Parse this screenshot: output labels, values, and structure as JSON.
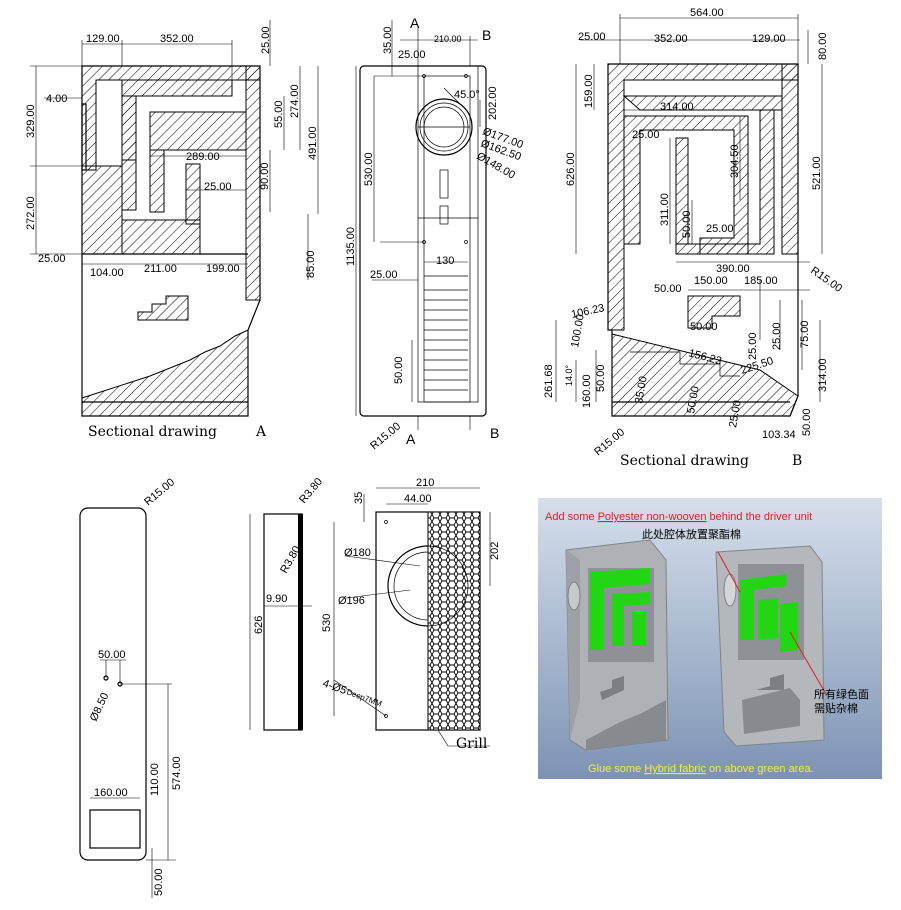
{
  "views": {
    "sectionA": {
      "caption": "Sectional drawing",
      "letter": "A",
      "dims": [
        "129.00",
        "352.00",
        "25.00",
        "4.00",
        "329.00",
        "55.00",
        "274.00",
        "491.00",
        "289.00",
        "90.00",
        "25.00",
        "272.00",
        "25.00",
        "104.00",
        "211.00",
        "199.00",
        "85.00"
      ]
    },
    "front": {
      "marker_a": "A",
      "marker_b": "B",
      "dims": [
        "35.00",
        "210.00",
        "25.00",
        "45.0°",
        "202.00",
        "Ø177.00",
        "Ø162.50",
        "Ø148.00",
        "530.00",
        "1135.00",
        "25.00",
        "130",
        "50.00",
        "R15.00"
      ]
    },
    "sectionB": {
      "caption": "Sectional drawing",
      "letter": "B",
      "dims": [
        "564.00",
        "25.00",
        "352.00",
        "129.00",
        "80.00",
        "159.00",
        "314.00",
        "25.00",
        "304.50",
        "626.00",
        "521.00",
        "311.00",
        "50.00",
        "25.00",
        "390.00",
        "R15.00",
        "150.00",
        "185.00",
        "50.00",
        "106.23",
        "50.00",
        "100.00",
        "25.00",
        "25.00",
        "75.00",
        "156.23",
        "261.68",
        "14.0°",
        "225.50",
        "314.00",
        "160.00",
        "50.00",
        "35.00",
        "50.00",
        "25.00",
        "103.34",
        "50.00",
        "R15.00"
      ]
    },
    "back": {
      "dims": [
        "R15.00",
        "50.00",
        "Ø8.50",
        "110.00",
        "574.00",
        "160.00",
        "50.00"
      ]
    },
    "baffle_side": {
      "dims": [
        "R3.80",
        "R3.80",
        "9.90",
        "626"
      ]
    },
    "grill": {
      "dims": [
        "210",
        "35",
        "44.00",
        "202",
        "Ø180",
        "Ø196",
        "530",
        "4-Ø5",
        "Deep7MM"
      ],
      "label": "Grill"
    }
  },
  "photo": {
    "top_note_pre": "Add some ",
    "top_note_link": "Polyester non-wooven",
    "top_note_post": " behind the driver unit",
    "cn_top": "此处腔体放置聚酯棉",
    "cn_right_1": "所有绿色面",
    "cn_right_2": "需贴杂棉",
    "bottom_pre": "Glue some ",
    "bottom_link": "Hybrid fabric",
    "bottom_post": "  on above green area.",
    "colors": {
      "bg_top": "#cfd9e6",
      "bg_bottom": "#7f95b6",
      "green": "#1ecf12",
      "red": "#e02020",
      "yellow": "#f3ee3a"
    }
  }
}
